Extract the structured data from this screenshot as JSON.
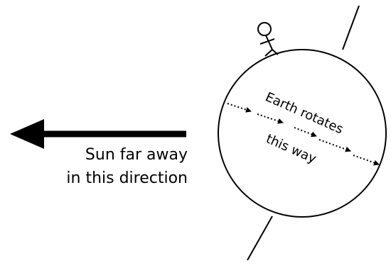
{
  "labels": {
    "sun_line_1": "Sun far away",
    "sun_line_2": "in this direction",
    "rotation_line_1": "Earth rotates",
    "rotation_line_2": "this way"
  },
  "colors": {
    "ink": "#000000",
    "background": "#ffffff"
  }
}
